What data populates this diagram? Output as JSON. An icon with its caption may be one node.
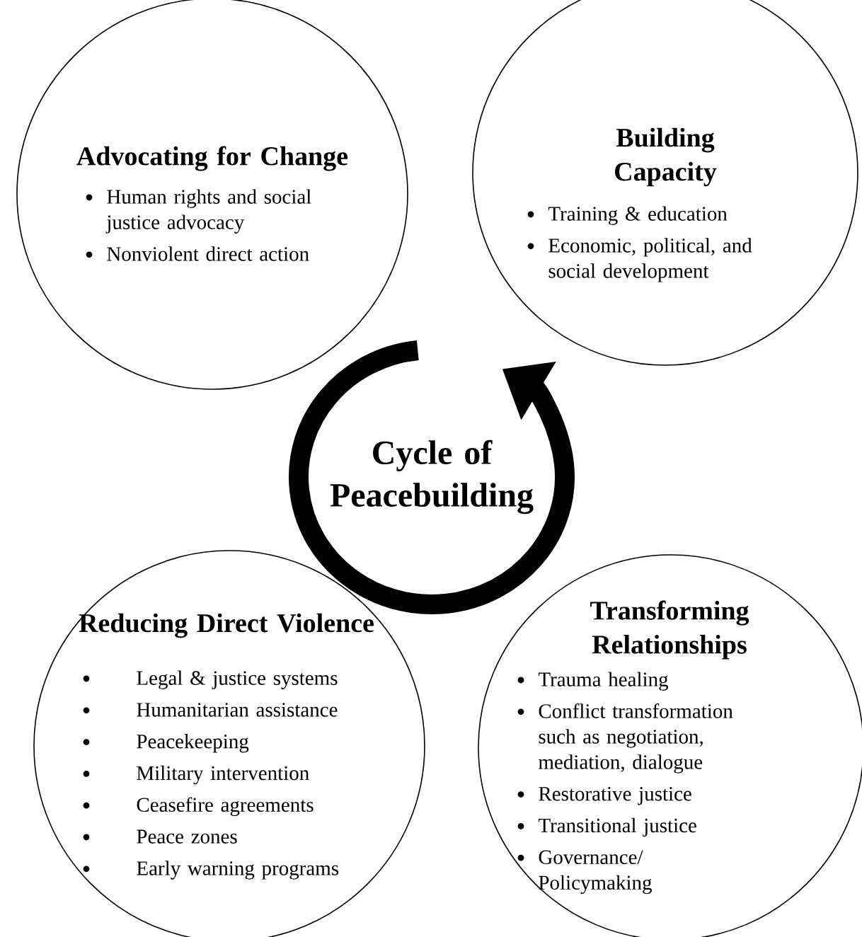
{
  "diagram": {
    "nodes": [
      {
        "text": [
          "Advocating for Change",
          "Human rights and social justice advocacy",
          "Nonviolent direct action"
        ]
      },
      {
        "text": [
          "Building Capacity",
          "Training & education",
          "Economic, political, and social development"
        ]
      },
      {
        "text": [
          "Cycle of Peacebuilding"
        ]
      },
      {
        "text": [
          "Reducing Direct Violence",
          "Legal & justice systems",
          "Humanitarian assistance",
          "Peacekeeping",
          "Military intervention",
          "Ceasefire agreements",
          "Peace zones",
          "Early warning programs"
        ]
      },
      {
        "text": [
          "Transforming Relationships",
          "Trauma healing",
          "Conflict transformation such as negotiation, mediation, dialogue",
          "Restorative justice",
          "Transitional justice",
          "Governance/ Policymaking"
        ]
      }
    ]
  }
}
